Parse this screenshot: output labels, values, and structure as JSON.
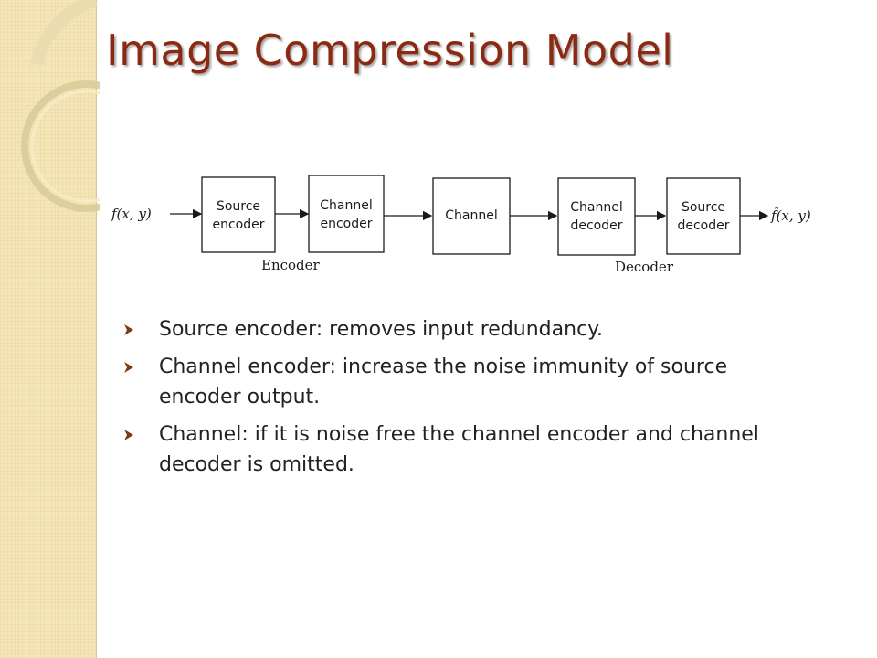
{
  "slide": {
    "title": "Image Compression Model"
  },
  "diagram": {
    "input_label": "f(x, y)",
    "output_label": "f̂(x, y)",
    "blocks": [
      {
        "line1": "Source",
        "line2": "encoder"
      },
      {
        "line1": "Channel",
        "line2": "encoder"
      },
      {
        "line1": "Channel",
        "line2": ""
      },
      {
        "line1": "Channel",
        "line2": "decoder"
      },
      {
        "line1": "Source",
        "line2": "decoder"
      }
    ],
    "encoder_label": "Encoder",
    "decoder_label": "Decoder"
  },
  "bullets": [
    {
      "text": "Source encoder: removes input redundancy."
    },
    {
      "text": "Channel encoder: increase the noise immunity of source encoder output."
    },
    {
      "text": "Channel: if it is noise free the channel encoder and channel decoder is omitted."
    }
  ],
  "colors": {
    "title": "#8b2a12",
    "left_band": "#f4e6b6",
    "bullet_arrow": "#7a3a12"
  }
}
